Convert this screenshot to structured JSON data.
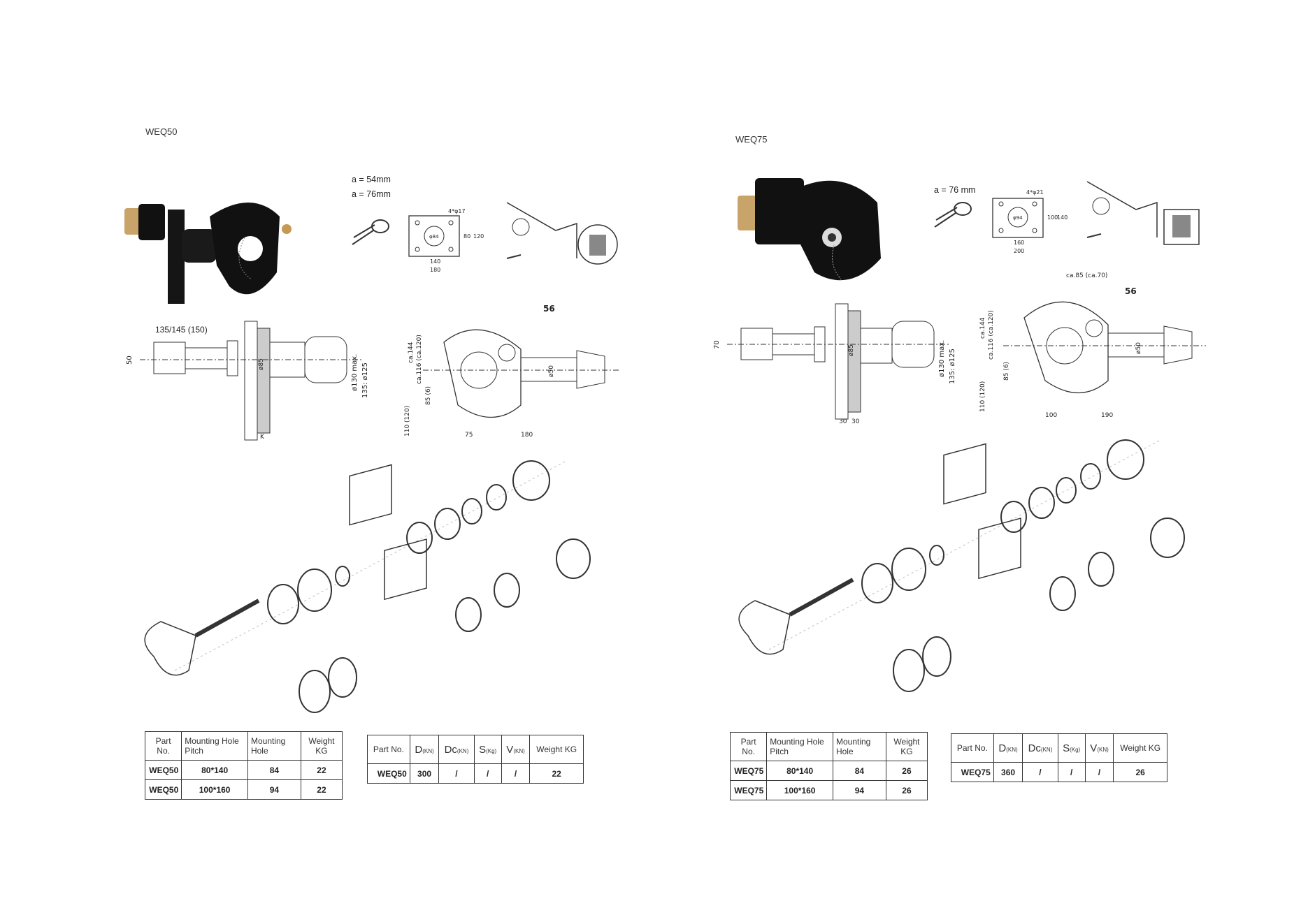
{
  "left": {
    "model": "WEQ50",
    "eye_notes": [
      "a = 54mm",
      "a = 76mm"
    ],
    "plate_dims": {
      "bolt": "4*φ17",
      "inner": "φ84",
      "w1": "140",
      "w2": "180",
      "h1": "80",
      "h2": "120"
    },
    "side_dims": {
      "top": "135/145  (150)",
      "h": "50",
      "d1": "ø85",
      "d2": "ø130 max.",
      "d3": "135: ø125",
      "k": "K"
    },
    "hook_dims": {
      "top": "56",
      "a": "ca.144",
      "b": "ca.116 (ca.120)",
      "c": "110 (120)",
      "d": "85 (6)",
      "e": "ø50",
      "f": "75",
      "g": "180"
    },
    "table1": {
      "headers": [
        "Part No.",
        "Mounting Hole Pitch",
        "Mounting Hole",
        "Weight KG"
      ],
      "rows": [
        [
          "WEQ50",
          "80*140",
          "84",
          "22"
        ],
        [
          "WEQ50",
          "100*160",
          "94",
          "22"
        ]
      ]
    },
    "table2": {
      "headers": [
        {
          "main": "Part No.",
          "sub": ""
        },
        {
          "main": "D",
          "sub": "(KN)"
        },
        {
          "main": "Dc",
          "sub": "(KN)"
        },
        {
          "main": "S",
          "sub": "(Kg)"
        },
        {
          "main": "V",
          "sub": "(KN)"
        },
        {
          "main": "Weight KG",
          "sub": ""
        }
      ],
      "row": [
        "WEQ50",
        "300",
        "/",
        "/",
        "/",
        "22"
      ]
    }
  },
  "right": {
    "model": "WEQ75",
    "eye_notes": [
      "a = 76 mm"
    ],
    "plate_dims": {
      "bolt": "4*φ21",
      "inner": "φ94",
      "w1": "160",
      "w2": "200",
      "h1": "100",
      "h2": "140"
    },
    "side_dims": {
      "h": "70",
      "d1": "ø85",
      "d2": "ø130 max.",
      "d3": "135: ø125",
      "b1": "30",
      "b2": "30"
    },
    "hook_dims": {
      "top": "56",
      "a": "ca.144",
      "b": "ca.116 (ca.120)",
      "c": "110 (120)",
      "d": "85 (6)",
      "e": "ø50",
      "f": "100",
      "g": "190",
      "t": "ca.85  (ca.70)"
    },
    "table1": {
      "headers": [
        "Part No.",
        "Mounting Hole Pitch",
        "Mounting Hole",
        "Weight KG"
      ],
      "rows": [
        [
          "WEQ75",
          "80*140",
          "84",
          "26"
        ],
        [
          "WEQ75",
          "100*160",
          "94",
          "26"
        ]
      ]
    },
    "table2": {
      "headers": [
        {
          "main": "Part No.",
          "sub": ""
        },
        {
          "main": "D",
          "sub": "(KN)"
        },
        {
          "main": "Dc",
          "sub": "(KN)"
        },
        {
          "main": "S",
          "sub": "(Kg)"
        },
        {
          "main": "V",
          "sub": "(KN)"
        },
        {
          "main": "Weight KG",
          "sub": ""
        }
      ],
      "row": [
        "WEQ75",
        "360",
        "/",
        "/",
        "/",
        "26"
      ]
    }
  }
}
